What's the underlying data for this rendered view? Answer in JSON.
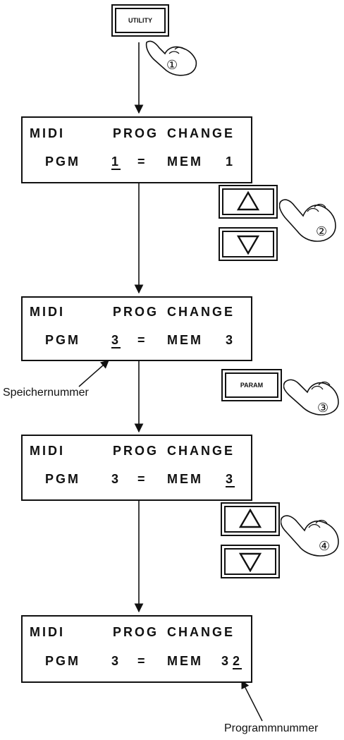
{
  "buttons": {
    "utility": "UTILITY",
    "param": "PARAM"
  },
  "steps": {
    "s1": "①",
    "s2": "②",
    "s3": "③",
    "s4": "④"
  },
  "displays": [
    {
      "line1": {
        "a": "MIDI",
        "b": "PROG",
        "c": "CHANGE"
      },
      "line2": {
        "pgm": "PGM",
        "pgm_val": "1",
        "eq": "=",
        "mem": "MEM",
        "mem_val": "1",
        "mem_val2": ""
      }
    },
    {
      "line1": {
        "a": "MIDI",
        "b": "PROG",
        "c": "CHANGE"
      },
      "line2": {
        "pgm": "PGM",
        "pgm_val": "3",
        "eq": "=",
        "mem": "MEM",
        "mem_val": "3",
        "mem_val2": ""
      }
    },
    {
      "line1": {
        "a": "MIDI",
        "b": "PROG",
        "c": "CHANGE"
      },
      "line2": {
        "pgm": "PGM",
        "pgm_val": "3",
        "eq": "=",
        "mem": "MEM",
        "mem_val": "3",
        "mem_val2": ""
      }
    },
    {
      "line1": {
        "a": "MIDI",
        "b": "PROG",
        "c": "CHANGE"
      },
      "line2": {
        "pgm": "PGM",
        "pgm_val": "3",
        "eq": "=",
        "mem": "MEM",
        "mem_val": "3",
        "mem_val2": "2"
      }
    }
  ],
  "labels": {
    "speichernummer": "Speichernummer",
    "programmnummer": "Programmnummer"
  },
  "icons": {
    "up": "up-arrow-icon",
    "down": "down-arrow-icon",
    "hand": "pointing-hand-icon"
  }
}
